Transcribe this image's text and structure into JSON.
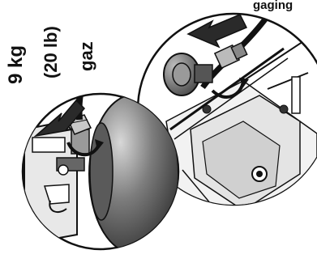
{
  "labels": {
    "tank_size_metric": "9 kg",
    "tank_size_imperial": "(20 lb)",
    "gas_word": "gaz",
    "top_caption_fragment": "gaging"
  },
  "colors": {
    "ink": "#111111",
    "tank_dark": "#3a3a3a",
    "tank_mid": "#7d7d7d",
    "tank_light": "#c9c9c9",
    "arrow_fill": "#2a2a2a",
    "paper": "#ffffff"
  },
  "icons": {
    "left_arrow": "arrow-pointing-down-left",
    "right_arrow": "arrow-pointing-left",
    "rotate_arrows": "curved-rotation-arrows"
  }
}
